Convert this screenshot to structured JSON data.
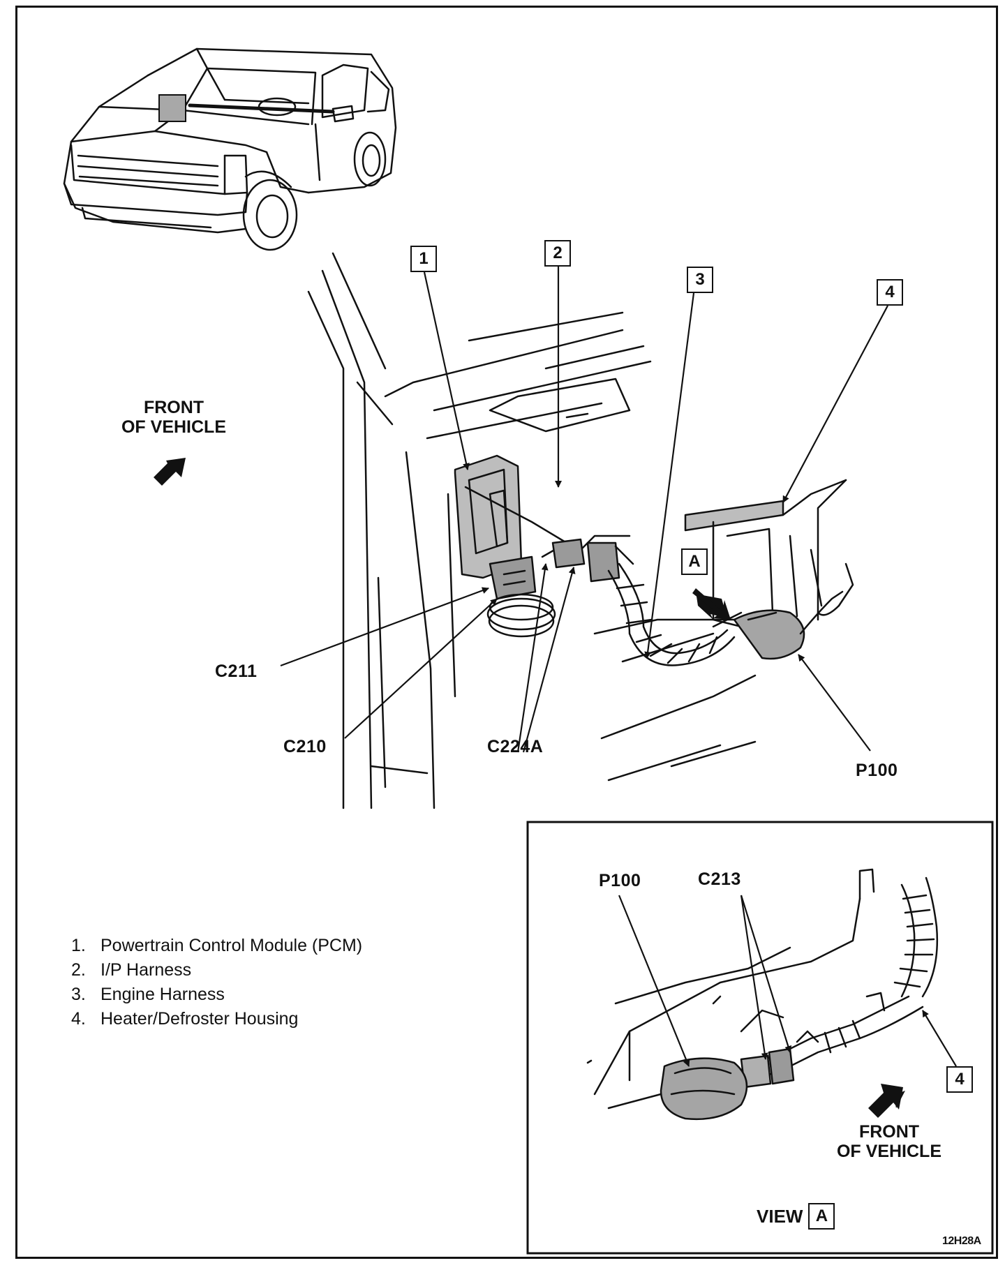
{
  "callouts": {
    "c1": "1",
    "c2": "2",
    "c3": "3",
    "c4": "4",
    "view_a": "A",
    "inset_c4": "4"
  },
  "connectors": {
    "c211": "C211",
    "c210": "C210",
    "c224a": "C224A",
    "p100": "P100",
    "inset_p100": "P100",
    "inset_c213": "C213"
  },
  "front_main": {
    "line1": "FRONT",
    "line2": "OF VEHICLE"
  },
  "front_inset": {
    "line1": "FRONT",
    "line2": "OF VEHICLE"
  },
  "view_label": "VIEW",
  "figure_code": "12H28A",
  "legend": [
    {
      "num": "1.",
      "text": "Powertrain Control Module (PCM)"
    },
    {
      "num": "2.",
      "text": "I/P Harness"
    },
    {
      "num": "3.",
      "text": "Engine Harness"
    },
    {
      "num": "4.",
      "text": "Heater/Defroster Housing"
    }
  ]
}
